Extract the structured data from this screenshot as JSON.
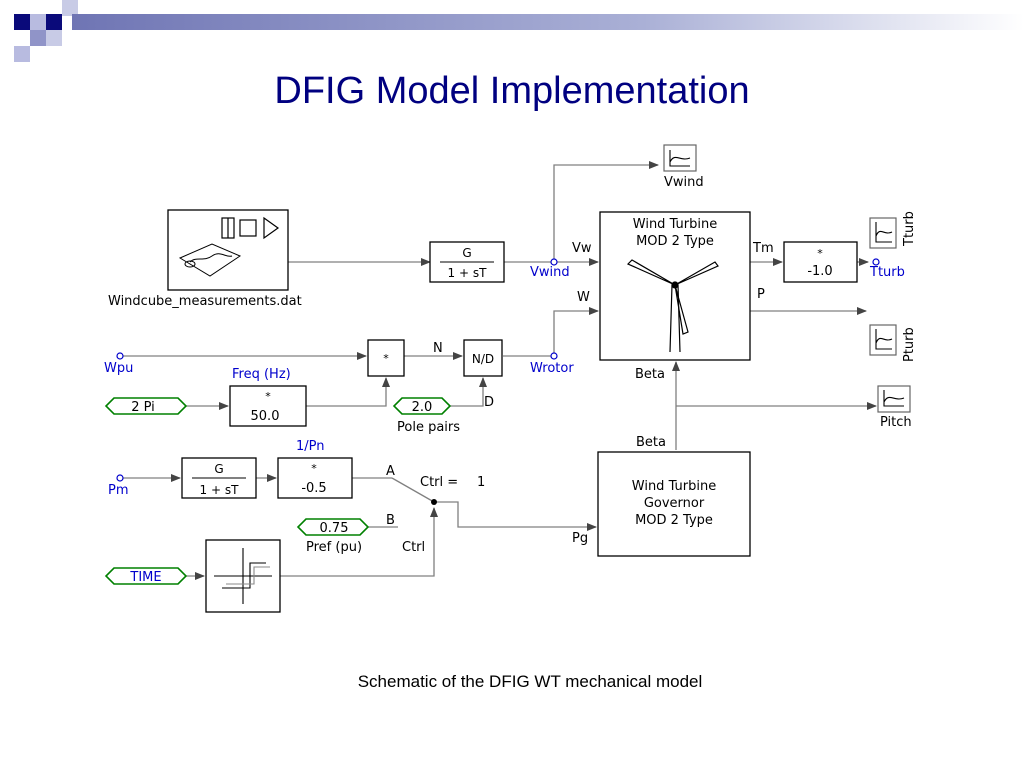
{
  "slide": {
    "title": "DFIG Model Implementation",
    "caption": "Schematic of the DFIG WT mechanical model"
  },
  "colors": {
    "title": "#000080",
    "accent_blue": "#0000cc",
    "green_tag": "#008000",
    "wire": "#808080",
    "deco_dark": "#0a0a7a",
    "deco_mid": "#8f93c8"
  },
  "diagram": {
    "data_file_label": "Windcube_measurements.dat",
    "lag_block_1": {
      "num": "G",
      "den": "1 + sT"
    },
    "lag_block_2": {
      "num": "G",
      "den": "1 + sT"
    },
    "vwind_node": "Vwind",
    "vwind_meter": "Vwind",
    "wind_turbine": {
      "line1": "Wind Turbine",
      "line2": "MOD 2 Type",
      "port_vw": "Vw",
      "port_w": "W",
      "port_tm": "Tm",
      "port_p": "P",
      "port_beta": "Beta"
    },
    "multiplier_tm": {
      "op": "*",
      "gain": "-1.0"
    },
    "tturb_node": "Tturb",
    "tturb_meter": "Tturb",
    "pturb_meter": "Pturb",
    "pitch_meter": "Pitch",
    "wpu_node": "Wpu",
    "product_op": "*",
    "label_n": "N",
    "nd_block": "N/D",
    "label_d": "D",
    "wrotor_node": "Wrotor",
    "freq_label": "Freq (Hz)",
    "freq_block": {
      "op": "*",
      "gain": "50.0"
    },
    "tag_2pi": "2 Pi",
    "tag_pole_pairs": "2.0",
    "pole_pairs_label": "Pole pairs",
    "pm_node": "Pm",
    "pn_label": "1/Pn",
    "gain_block": {
      "op": "*",
      "gain": "-0.5"
    },
    "switch": {
      "port_a": "A",
      "port_b": "B",
      "ctrl_label": "Ctrl =",
      "ctrl_value": "1",
      "ctrl_input": "Ctrl"
    },
    "tag_pref": "0.75",
    "pref_label": "Pref (pu)",
    "tag_time": "TIME",
    "governor": {
      "line1": "Wind Turbine",
      "line2": "Governor",
      "line3": "MOD 2 Type",
      "port_beta": "Beta",
      "port_pg": "Pg"
    }
  }
}
